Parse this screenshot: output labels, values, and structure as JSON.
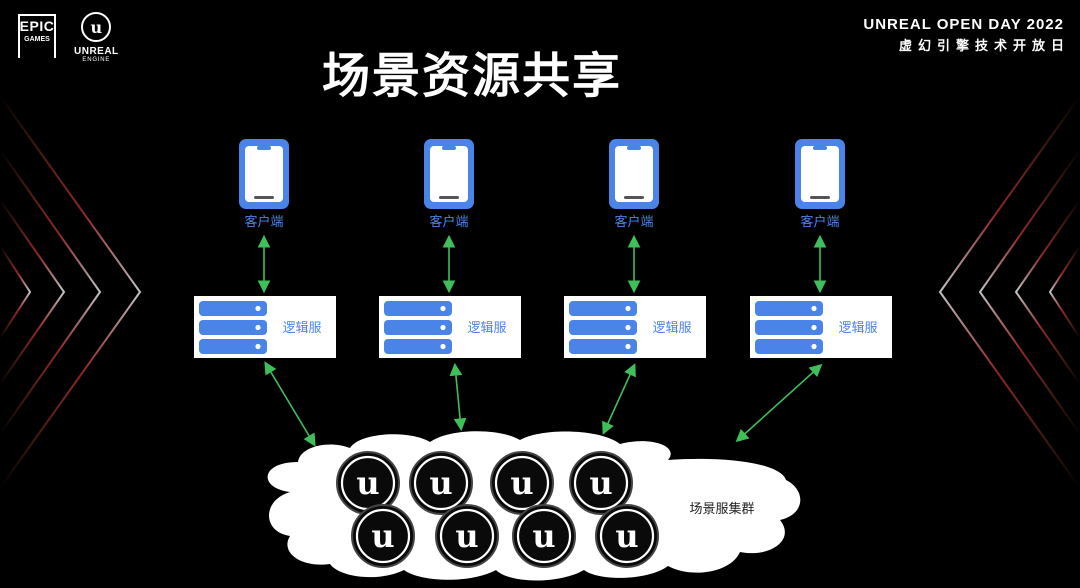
{
  "slide": {
    "title": "场景资源共享",
    "brand_epic_line1": "EPIC",
    "brand_epic_line2": "GAMES",
    "brand_unreal_line1": "UNREAL",
    "brand_unreal_line2": "ENGINE",
    "event_title": "UNREAL OPEN DAY 2022",
    "event_subtitle": "虚幻引擎技术开放日"
  },
  "diagram": {
    "client_label": "客户端",
    "logic_server_label": "逻辑服",
    "cluster_label": "场景服集群",
    "columns": 4,
    "engine_nodes": 8,
    "colors": {
      "phone": "#4a84e8",
      "server_bar": "#4a84e8",
      "arrow": "#3fbf5a",
      "cloud": "#ffffff",
      "label": "#4a84e8",
      "accent_lines": "#c8323a"
    }
  }
}
